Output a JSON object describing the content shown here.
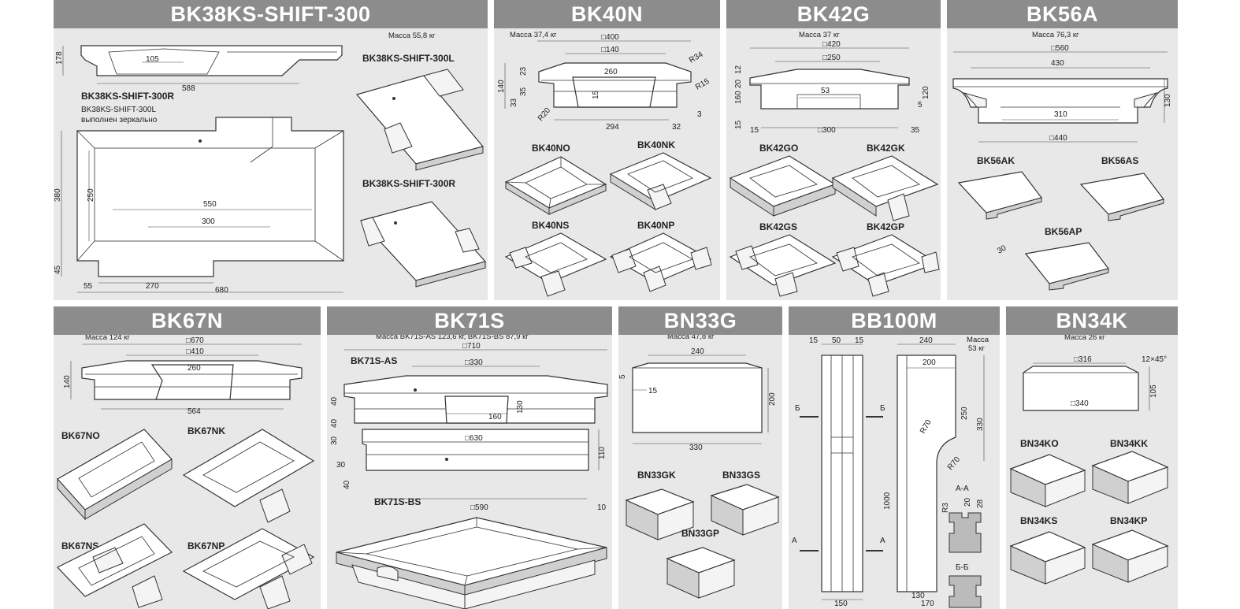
{
  "panels": {
    "bk38": {
      "title": "BK38KS-SHIFT-300",
      "mass": "Масса 55,8 кг",
      "dims": [
        "105",
        "178",
        "588",
        "380",
        "250",
        "550",
        "300",
        "45",
        "55",
        "270",
        "680"
      ],
      "labels": [
        "BK38KS-SHIFT-300R",
        "BK38KS-SHIFT-300L",
        "выполнен зеркально",
        "BK38KS-SHIFT-300L",
        "BK38KS-SHIFT-300R"
      ]
    },
    "bk40": {
      "title": "BK40N",
      "mass": "Масса 37,4 кг",
      "dims": [
        "□400",
        "□140",
        "260",
        "R34",
        "R15",
        "23",
        "140",
        "35",
        "33",
        "15",
        "R20",
        "294",
        "32",
        "3"
      ],
      "variants": [
        "BK40NO",
        "BK40NK",
        "BK40NS",
        "BK40NP"
      ]
    },
    "bk42": {
      "title": "BK42G",
      "mass": "Масса 37 кг",
      "dims": [
        "□420",
        "□250",
        "12",
        "20",
        "53",
        "160",
        "120",
        "5",
        "15",
        "15",
        "□300",
        "35"
      ],
      "variants": [
        "BK42GO",
        "BK42GK",
        "BK42GS",
        "BK42GP"
      ]
    },
    "bk56": {
      "title": "BK56A",
      "mass": "Масса 76,3 кг",
      "dims": [
        "□560",
        "430",
        "130",
        "310",
        "□440",
        "30"
      ],
      "variants": [
        "BK56AK",
        "BK56AS",
        "BK56AP"
      ]
    },
    "bk67": {
      "title": "BK67N",
      "mass": "Масса 124 кг",
      "dims": [
        "□670",
        "□410",
        "260",
        "140",
        "564"
      ],
      "variants": [
        "BK67NO",
        "BK67NK",
        "BK67NS",
        "BK67NP"
      ]
    },
    "bk71": {
      "title": "BK71S",
      "mass": "Масса BK71S-AS 123,6 кг, BK71S-BS 87,9 кг",
      "dims": [
        "□710",
        "□330",
        "40",
        "130",
        "160",
        "30",
        "40",
        "□630",
        "110",
        "30",
        "40",
        "□590",
        "10"
      ],
      "labels": [
        "BK71S-AS",
        "BK71S-BS"
      ]
    },
    "bn33": {
      "title": "BN33G",
      "mass": "Масса 47,8 кг",
      "dims": [
        "240",
        "5",
        "15",
        "200",
        "330"
      ],
      "variants": [
        "BN33GK",
        "BN33GS",
        "BN33GP"
      ]
    },
    "bb100": {
      "title": "BB100M",
      "mass": "Масса",
      "mass2": "53 кг",
      "dims": [
        "15",
        "50",
        "15",
        "240",
        "200",
        "250",
        "330",
        "R70",
        "R70",
        "1000",
        "150",
        "130",
        "170",
        "R3",
        "20",
        "28"
      ],
      "labels": [
        "Б",
        "Б",
        "А",
        "А",
        "А-А",
        "Б-Б"
      ]
    },
    "bn34": {
      "title": "BN34K",
      "mass": "Масса 26 кг",
      "dims": [
        "□316",
        "12×45°",
        "105",
        "□340"
      ],
      "variants": [
        "BN34KO",
        "BN34KK",
        "BN34KS",
        "BN34KP"
      ]
    }
  }
}
